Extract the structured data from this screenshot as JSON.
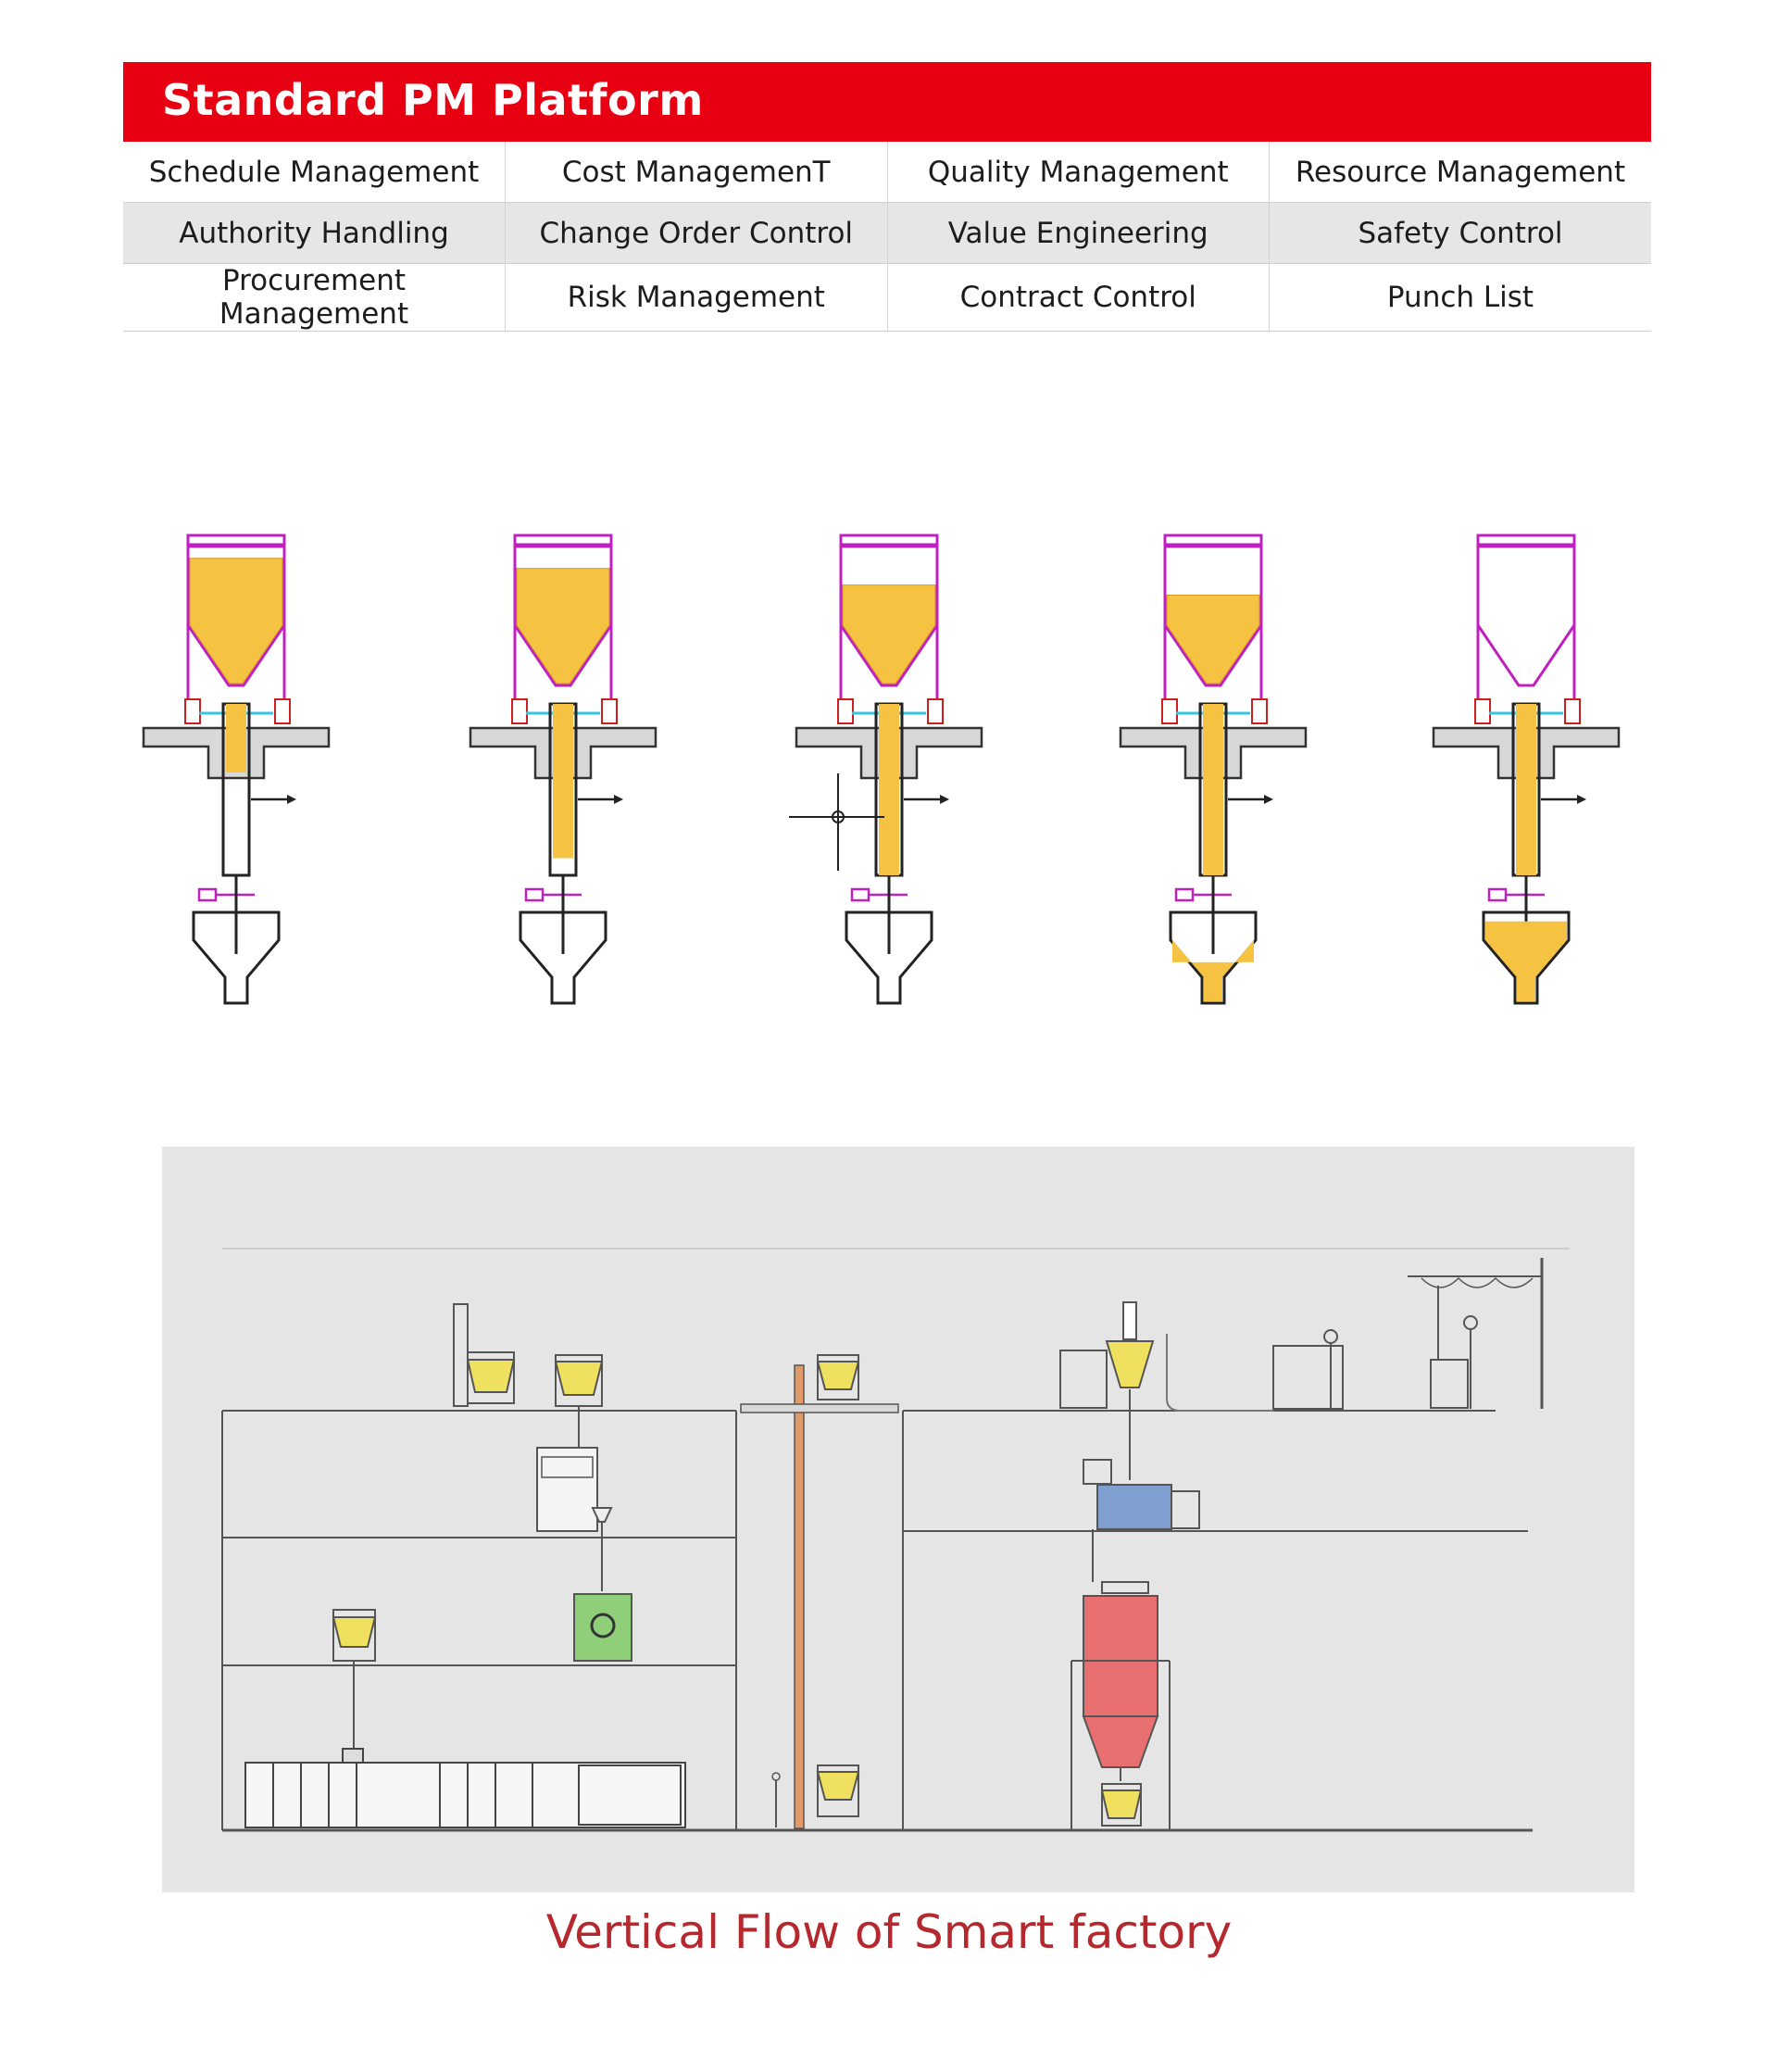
{
  "header": {
    "title": "Standard PM Platform"
  },
  "pm_modules": [
    [
      "Schedule Management",
      "Cost ManagemenT",
      "Quality Management",
      "Resource Management"
    ],
    [
      "Authority Handling",
      "Change Order Control",
      "Value Engineering",
      "Safety Control"
    ],
    [
      "Procurement Management",
      "Risk Management",
      "Contract Control",
      "Punch List"
    ]
  ],
  "colors": {
    "brand_red": "#e60012",
    "silo_outline": "#c020c0",
    "powder_fill": "#f5c242",
    "connector_cyan": "#33c6e0",
    "column_copper": "#e09a6a",
    "reactor_red": "#e87070",
    "machine_green": "#8fcf7a",
    "machine_blue": "#7f9fd0"
  },
  "transfer_sequence": {
    "stages": [
      {
        "silo_fill": 1.0,
        "tube_fill": 0.4,
        "receiver_fill": 0.0
      },
      {
        "silo_fill": 0.85,
        "tube_fill": 0.9,
        "receiver_fill": 0.0
      },
      {
        "silo_fill": 0.6,
        "tube_fill": 1.0,
        "receiver_fill": 0.0
      },
      {
        "silo_fill": 0.45,
        "tube_fill": 1.0,
        "receiver_fill": 0.45
      },
      {
        "silo_fill": 0.0,
        "tube_fill": 1.0,
        "receiver_fill": 0.9
      }
    ]
  },
  "caption": "Vertical Flow of Smart factory"
}
